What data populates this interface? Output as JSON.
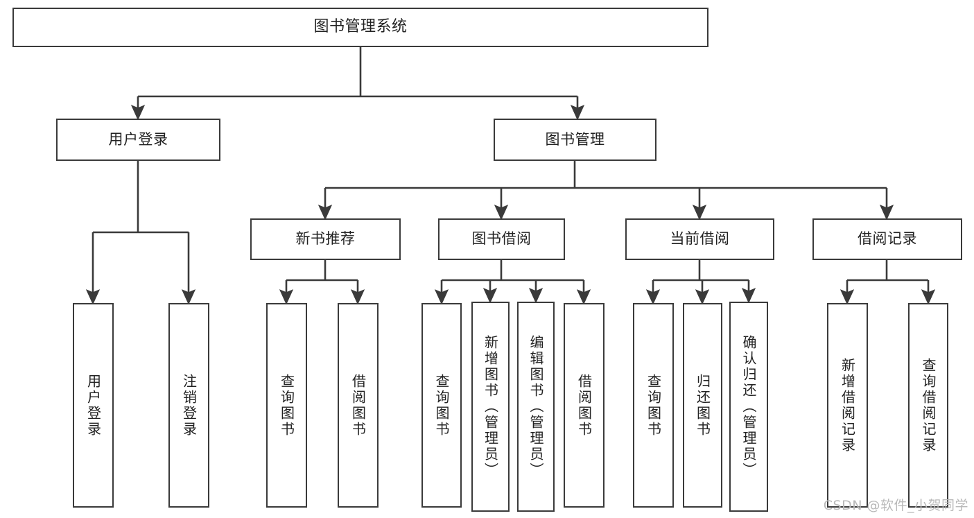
{
  "diagram": {
    "title": "图书管理系统",
    "type": "tree-hierarchy",
    "watermark": "CSDN @软件_小贺同学",
    "line_color": "#3a3a3a",
    "box_fill": "#ffffff",
    "text_color": "#222222",
    "levels": {
      "level1": [
        "图书管理系统"
      ],
      "level2": [
        "用户登录",
        "图书管理"
      ],
      "level3": [
        "新书推荐",
        "图书借阅",
        "当前借阅",
        "借阅记录"
      ],
      "level4": [
        "用户登录",
        "注销登录",
        "查询图书",
        "借阅图书",
        "查询图书",
        "新增图书（管理员）",
        "编辑图书（管理员）",
        "借阅图书",
        "查询图书",
        "归还图书",
        "确认归还（管理员）",
        "新增借阅记录",
        "查询借阅记录"
      ]
    },
    "nodes": {
      "root": {
        "label": "图书管理系统"
      },
      "user_login": {
        "label": "用户登录"
      },
      "book_manage": {
        "label": "图书管理"
      },
      "new_book_rec": {
        "label": "新书推荐"
      },
      "book_borrow": {
        "label": "图书借阅"
      },
      "current_borrow": {
        "label": "当前借阅"
      },
      "borrow_record": {
        "label": "借阅记录"
      },
      "leaf_user_login": {
        "label": "用户登录"
      },
      "leaf_logout": {
        "label": "注销登录"
      },
      "leaf_query_book_1": {
        "label": "查询图书"
      },
      "leaf_borrow_book_1": {
        "label": "借阅图书"
      },
      "leaf_query_book_2": {
        "label": "查询图书"
      },
      "leaf_add_book": {
        "label": "新增图书（管理员）"
      },
      "leaf_edit_book": {
        "label": "编辑图书（管理员）"
      },
      "leaf_borrow_book_2": {
        "label": "借阅图书"
      },
      "leaf_query_book_3": {
        "label": "查询图书"
      },
      "leaf_return_book": {
        "label": "归还图书"
      },
      "leaf_confirm_return": {
        "label": "确认归还（管理员）"
      },
      "leaf_add_record": {
        "label": "新增借阅记录"
      },
      "leaf_query_record": {
        "label": "查询借阅记录"
      }
    }
  }
}
